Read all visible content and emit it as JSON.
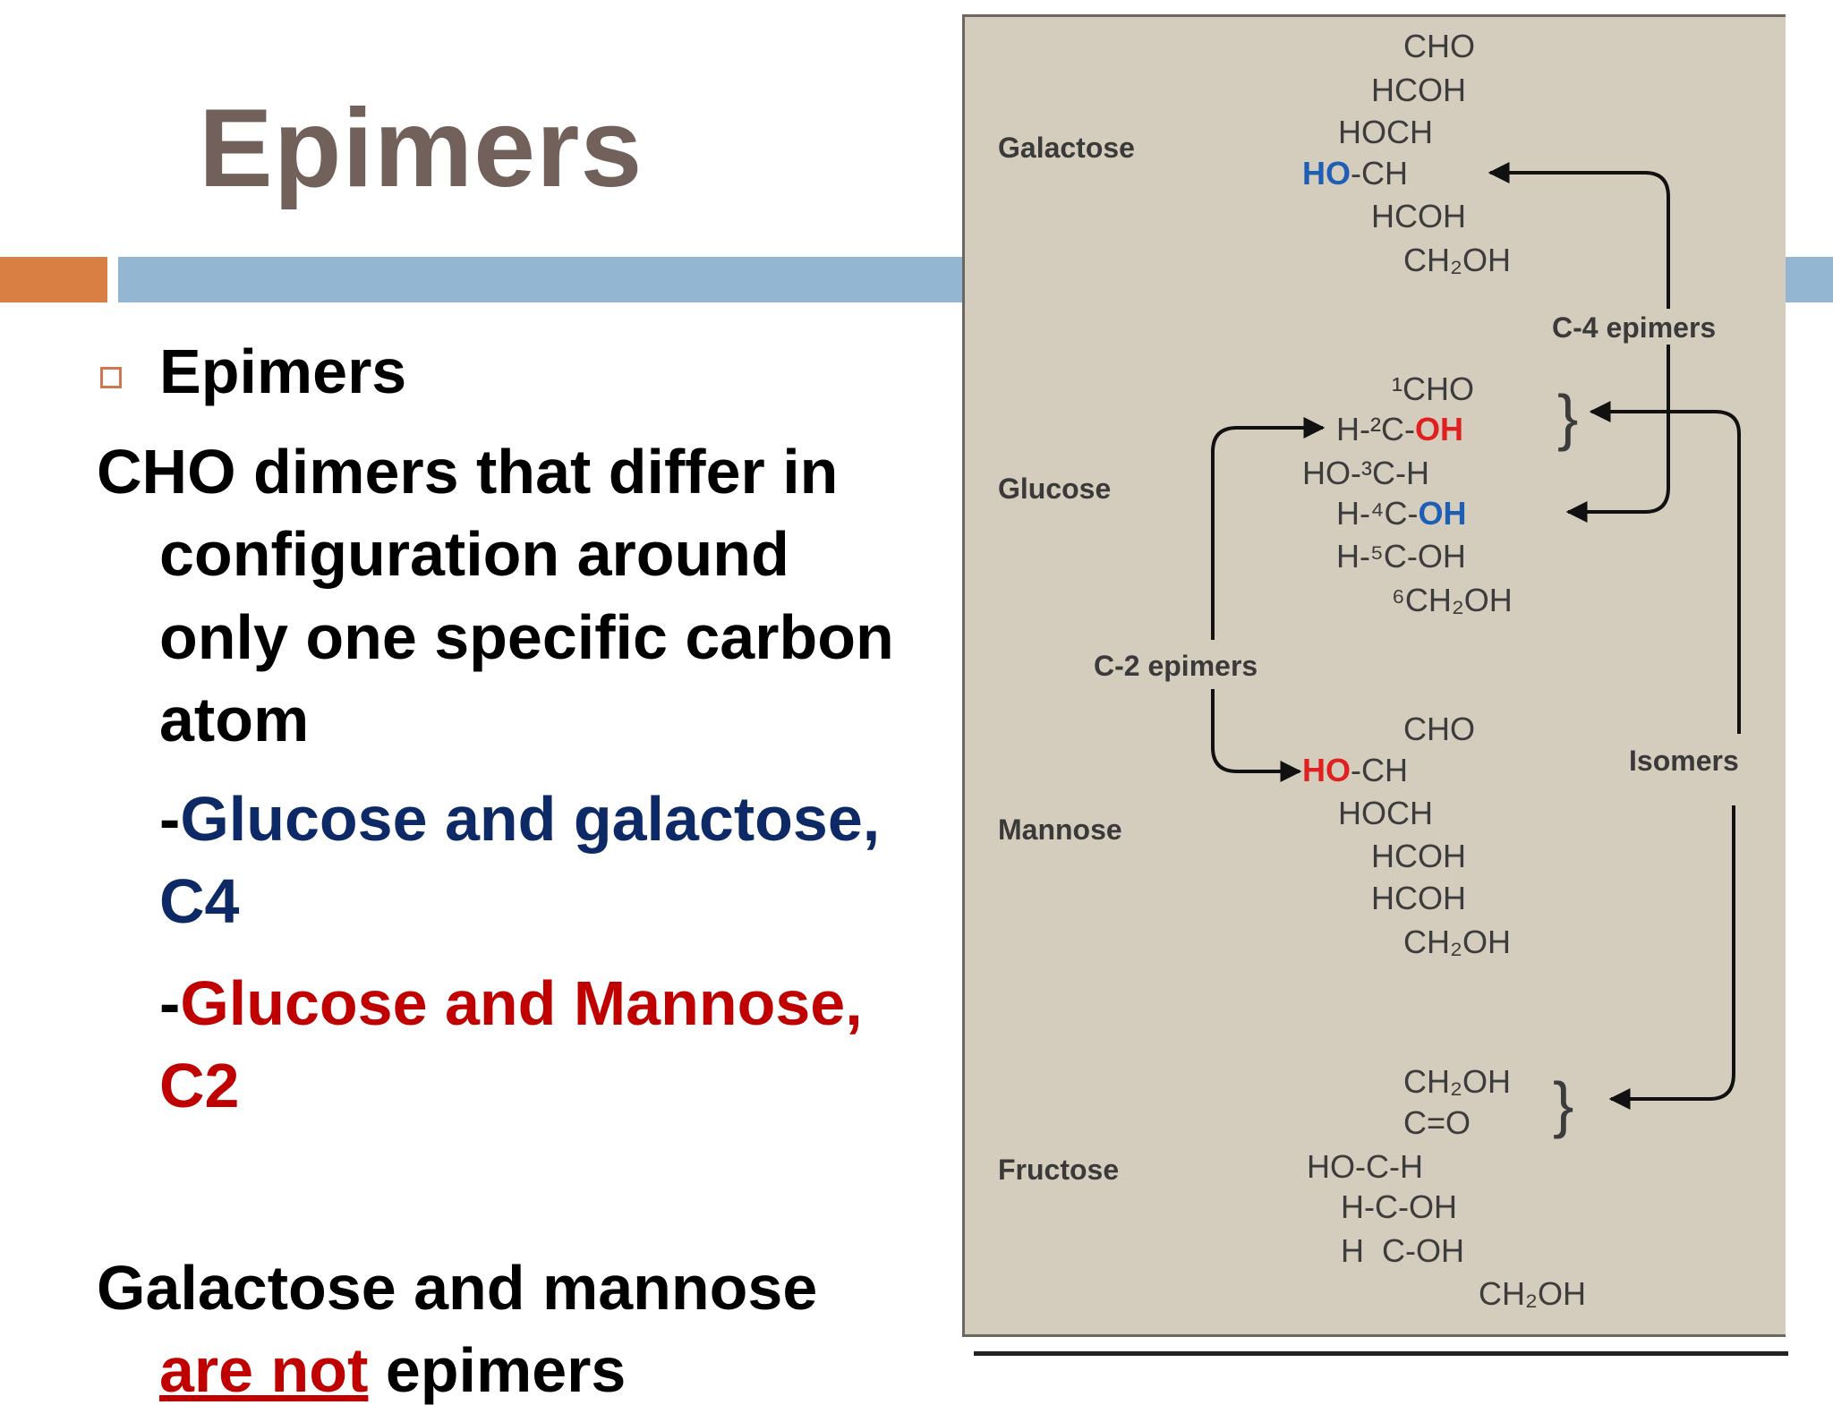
{
  "slide": {
    "title": "Epimers",
    "bullet": "Epimers",
    "definition": [
      "CHO dimers that differ in",
      "configuration around",
      "only one specific carbon",
      "atom"
    ],
    "example1": {
      "dash": "-",
      "text_a": "Glucose and galactose,",
      "text_b": "C4"
    },
    "example2": {
      "dash": "-",
      "text_a": "Glucose and Mannose,",
      "text_b": "C2"
    },
    "note_line1": "Galactose and mannose",
    "note_neg": "are not",
    "note_rest": " epimers"
  },
  "figure": {
    "labels": {
      "galactose": "Galactose",
      "glucose": "Glucose",
      "mannose": "Mannose",
      "fructose": "Fructose",
      "c4": "C-4 epimers",
      "c2": "C-2 epimers",
      "isomers": "Isomers"
    },
    "galactose": {
      "l1": "CHO",
      "l2": "HCOH",
      "l3": "HOCH",
      "l4_hl": "HO",
      "l4_rest": "-CH",
      "l5": "HCOH",
      "l6": "CH₂OH"
    },
    "glucose": {
      "l1": "¹CHO",
      "l2_pre": "H-²C-",
      "l2_hl": "OH",
      "l3": "HO-³C-H",
      "l4_pre": "H-⁴C-",
      "l4_hl": "OH",
      "l5": "H-⁵C-OH",
      "l6": "⁶CH₂OH"
    },
    "mannose": {
      "l1": "CHO",
      "l2_hl": "HO",
      "l2_rest": "-CH",
      "l3": "HOCH",
      "l4": "HCOH",
      "l5": "HCOH",
      "l6": "CH₂OH"
    },
    "fructose": {
      "l1": "CH₂OH",
      "l2": "C=O",
      "l3": "HO-C-H",
      "l4": "H-C-OH",
      "l5": "H  C-OH",
      "l6": "CH₂OH"
    }
  }
}
